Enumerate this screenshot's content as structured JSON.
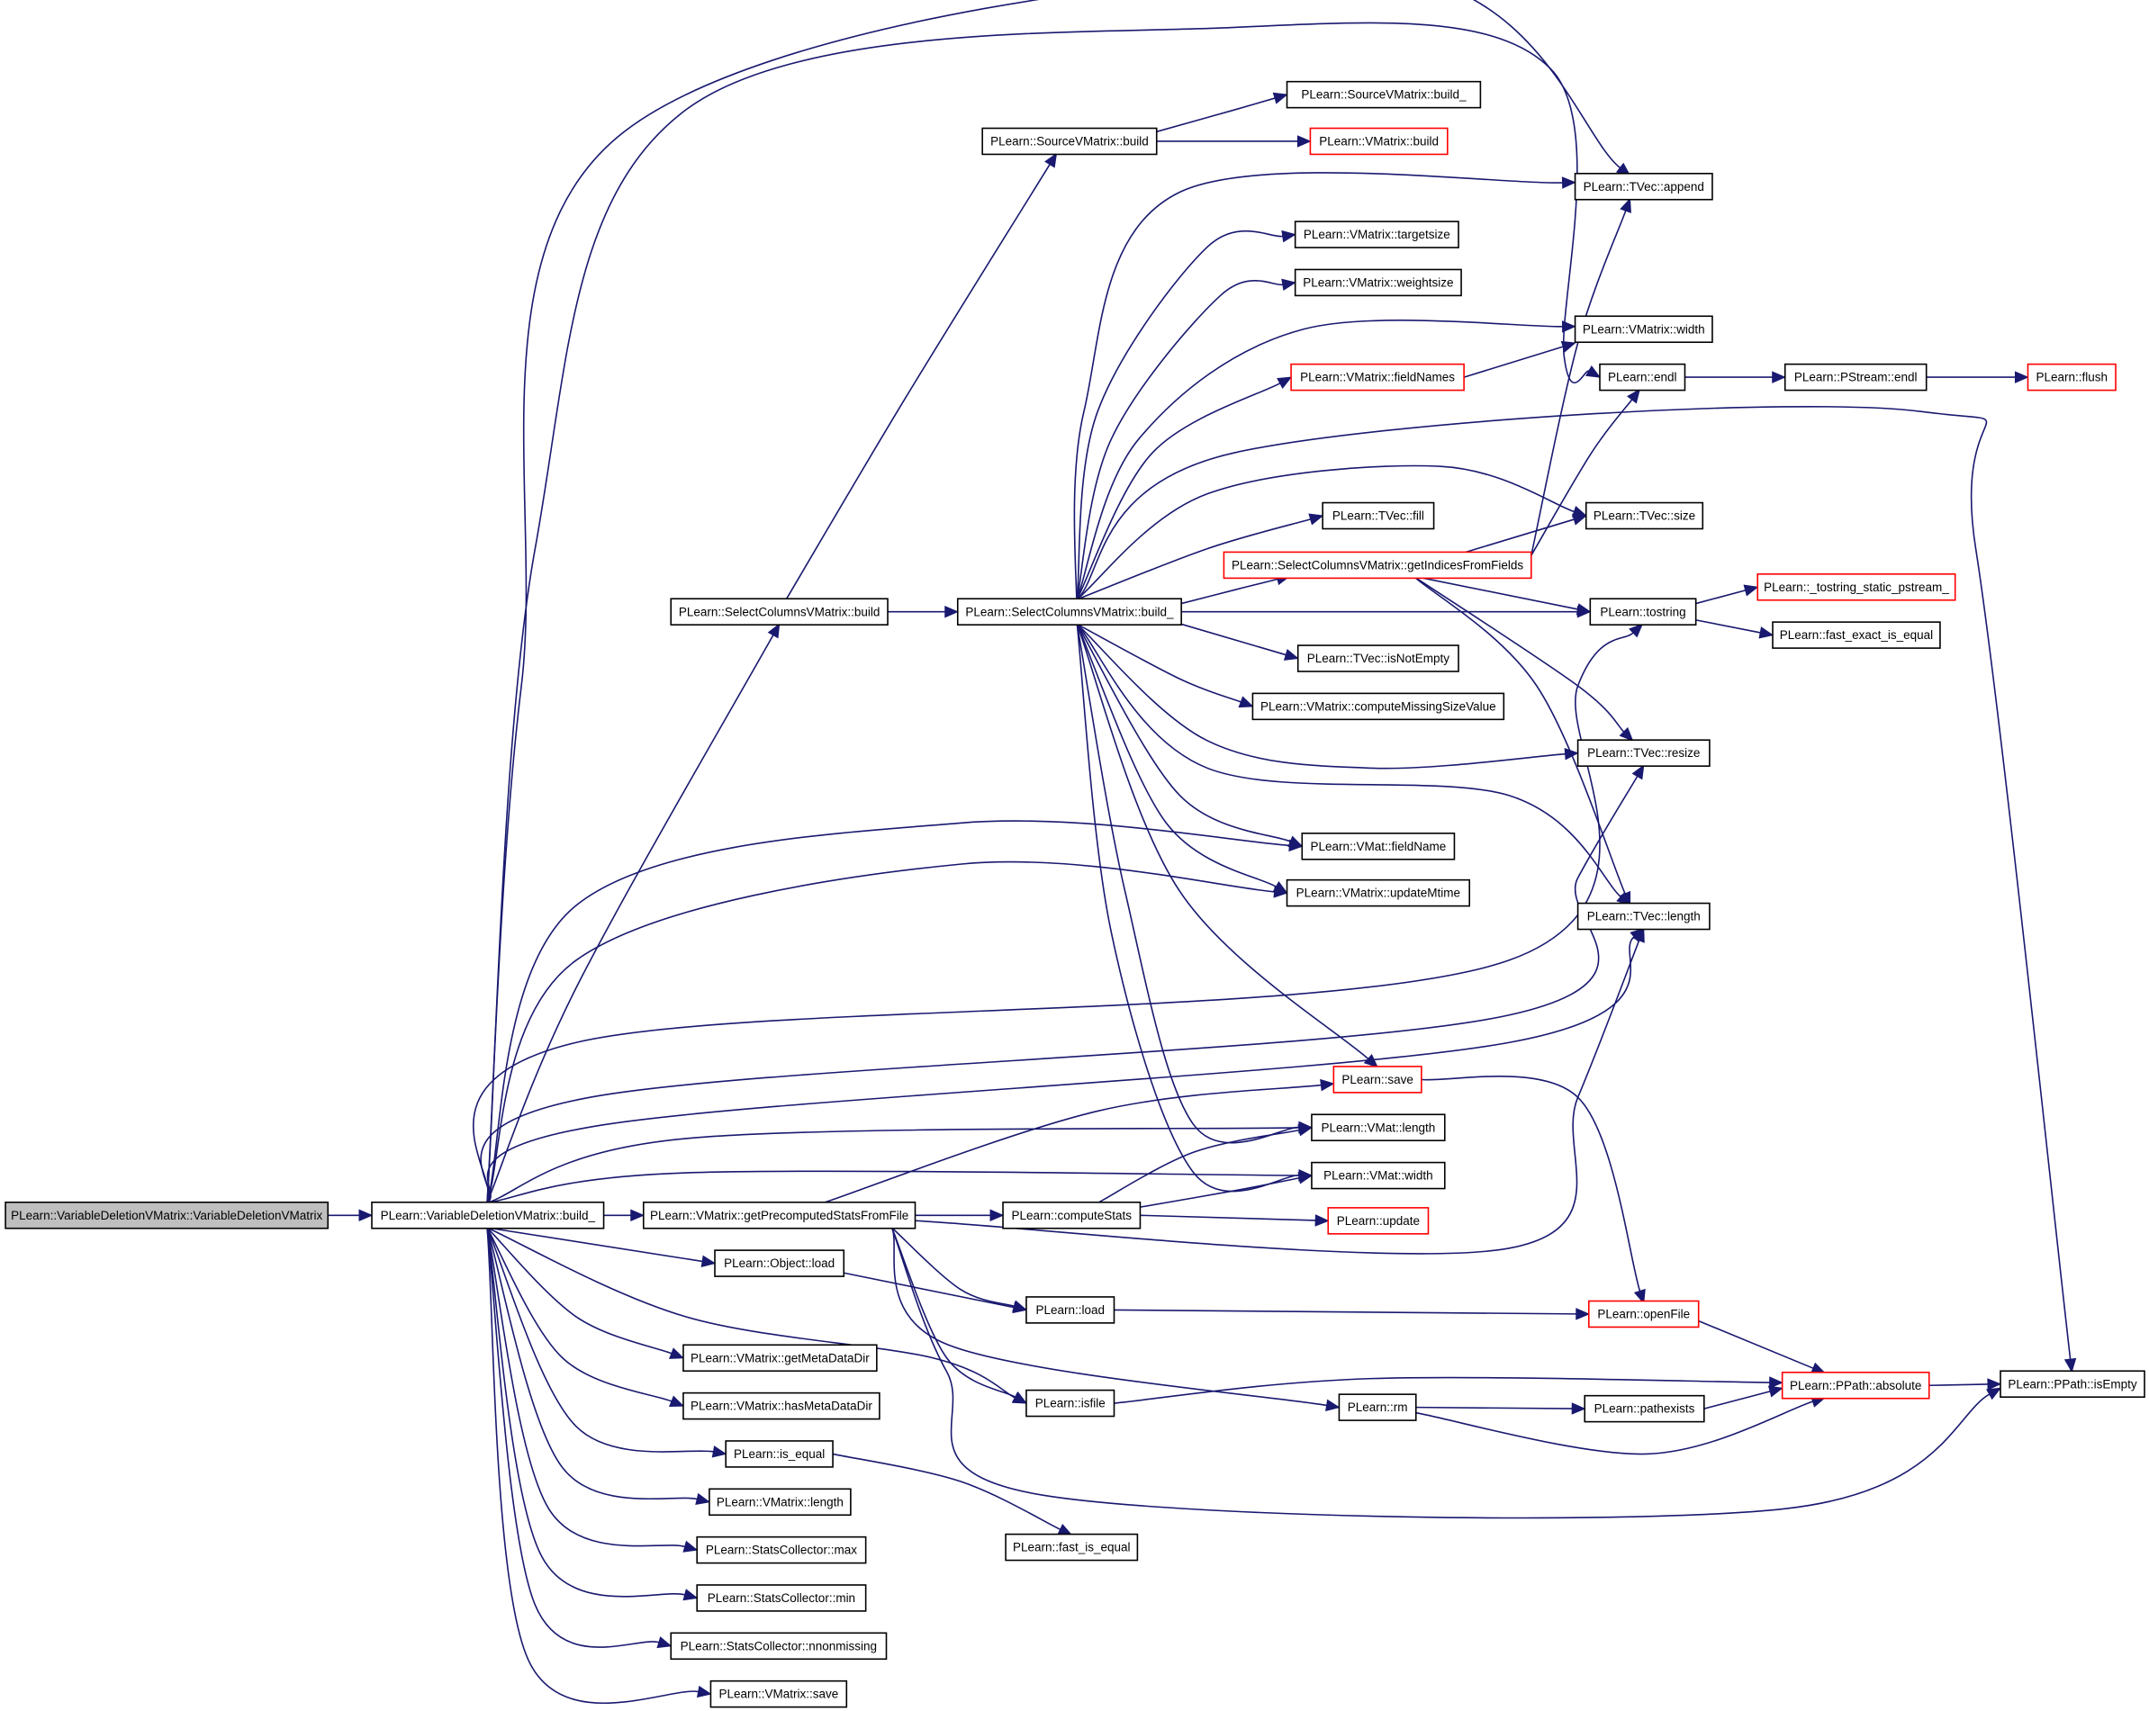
{
  "diagram": {
    "type": "call-graph",
    "colors": {
      "edge": "#191970",
      "node_border": "#000000",
      "node_border_red": "#ff0000",
      "root_fill": "#bfbfbf"
    },
    "nodes": [
      {
        "id": "root",
        "label": "PLearn::VariableDeletionVMatrix::VariableDeletionVMatrix",
        "style": "root"
      },
      {
        "id": "vdv_build",
        "label": "PLearn::VariableDeletionVMatrix::build_",
        "style": "normal"
      },
      {
        "id": "getPre",
        "label": "PLearn::VMatrix::getPrecomputedStatsFromFile",
        "style": "normal"
      },
      {
        "id": "computeStats",
        "label": "PLearn::computeStats",
        "style": "normal"
      },
      {
        "id": "update",
        "label": "PLearn::update",
        "style": "red"
      },
      {
        "id": "objload",
        "label": "PLearn::Object::load",
        "style": "normal"
      },
      {
        "id": "load",
        "label": "PLearn::load",
        "style": "normal"
      },
      {
        "id": "openFile",
        "label": "PLearn::openFile",
        "style": "red"
      },
      {
        "id": "getMeta",
        "label": "PLearn::VMatrix::getMetaDataDir",
        "style": "normal"
      },
      {
        "id": "hasMeta",
        "label": "PLearn::VMatrix::hasMetaDataDir",
        "style": "normal"
      },
      {
        "id": "isfile",
        "label": "PLearn::isfile",
        "style": "normal"
      },
      {
        "id": "rm",
        "label": "PLearn::rm",
        "style": "normal"
      },
      {
        "id": "pathexists",
        "label": "PLearn::pathexists",
        "style": "normal"
      },
      {
        "id": "absolute",
        "label": "PLearn::PPath::absolute",
        "style": "red"
      },
      {
        "id": "isEmpty",
        "label": "PLearn::PPath::isEmpty",
        "style": "normal"
      },
      {
        "id": "is_equal",
        "label": "PLearn::is_equal",
        "style": "normal"
      },
      {
        "id": "fast_is_equal",
        "label": "PLearn::fast_is_equal",
        "style": "normal"
      },
      {
        "id": "vm_length",
        "label": "PLearn::VMatrix::length",
        "style": "normal"
      },
      {
        "id": "sc_max",
        "label": "PLearn::StatsCollector::max",
        "style": "normal"
      },
      {
        "id": "sc_min",
        "label": "PLearn::StatsCollector::min",
        "style": "normal"
      },
      {
        "id": "sc_nnon",
        "label": "PLearn::StatsCollector::nnonmissing",
        "style": "normal"
      },
      {
        "id": "vm_save",
        "label": "PLearn::VMatrix::save",
        "style": "normal"
      },
      {
        "id": "scv_build",
        "label": "PLearn::SelectColumnsVMatrix::build",
        "style": "normal"
      },
      {
        "id": "scv_build_",
        "label": "PLearn::SelectColumnsVMatrix::build_",
        "style": "normal"
      },
      {
        "id": "src_build",
        "label": "PLearn::SourceVMatrix::build",
        "style": "normal"
      },
      {
        "id": "src_build_",
        "label": "PLearn::SourceVMatrix::build_",
        "style": "normal"
      },
      {
        "id": "vm_build",
        "label": "PLearn::VMatrix::build",
        "style": "red"
      },
      {
        "id": "tvec_append",
        "label": "PLearn::TVec::append",
        "style": "normal"
      },
      {
        "id": "targetsize",
        "label": "PLearn::VMatrix::targetsize",
        "style": "normal"
      },
      {
        "id": "weightsize",
        "label": "PLearn::VMatrix::weightsize",
        "style": "normal"
      },
      {
        "id": "vm_width",
        "label": "PLearn::VMatrix::width",
        "style": "normal"
      },
      {
        "id": "fieldNames",
        "label": "PLearn::VMatrix::fieldNames",
        "style": "red"
      },
      {
        "id": "endl",
        "label": "PLearn::endl",
        "style": "normal"
      },
      {
        "id": "pstream_endl",
        "label": "PLearn::PStream::endl",
        "style": "normal"
      },
      {
        "id": "flush",
        "label": "PLearn::flush",
        "style": "red"
      },
      {
        "id": "tvec_fill",
        "label": "PLearn::TVec::fill",
        "style": "normal"
      },
      {
        "id": "tvec_size",
        "label": "PLearn::TVec::size",
        "style": "normal"
      },
      {
        "id": "getIdx",
        "label": "PLearn::SelectColumnsVMatrix::getIndicesFromFields",
        "style": "red"
      },
      {
        "id": "tostring",
        "label": "PLearn::tostring",
        "style": "normal"
      },
      {
        "id": "tostring_static",
        "label": "PLearn::_tostring_static_pstream_",
        "style": "red"
      },
      {
        "id": "fast_exact",
        "label": "PLearn::fast_exact_is_equal",
        "style": "normal"
      },
      {
        "id": "isNotEmpty",
        "label": "PLearn::TVec::isNotEmpty",
        "style": "normal"
      },
      {
        "id": "computeMissing",
        "label": "PLearn::VMatrix::computeMissingSizeValue",
        "style": "normal"
      },
      {
        "id": "tvec_resize",
        "label": "PLearn::TVec::resize",
        "style": "normal"
      },
      {
        "id": "vmat_fieldName",
        "label": "PLearn::VMat::fieldName",
        "style": "normal"
      },
      {
        "id": "updateMtime",
        "label": "PLearn::VMatrix::updateMtime",
        "style": "normal"
      },
      {
        "id": "tvec_length",
        "label": "PLearn::TVec::length",
        "style": "normal"
      },
      {
        "id": "save",
        "label": "PLearn::save",
        "style": "red"
      },
      {
        "id": "vmat_length",
        "label": "PLearn::VMat::length",
        "style": "normal"
      },
      {
        "id": "vmat_width",
        "label": "PLearn::VMat::width",
        "style": "normal"
      }
    ]
  }
}
